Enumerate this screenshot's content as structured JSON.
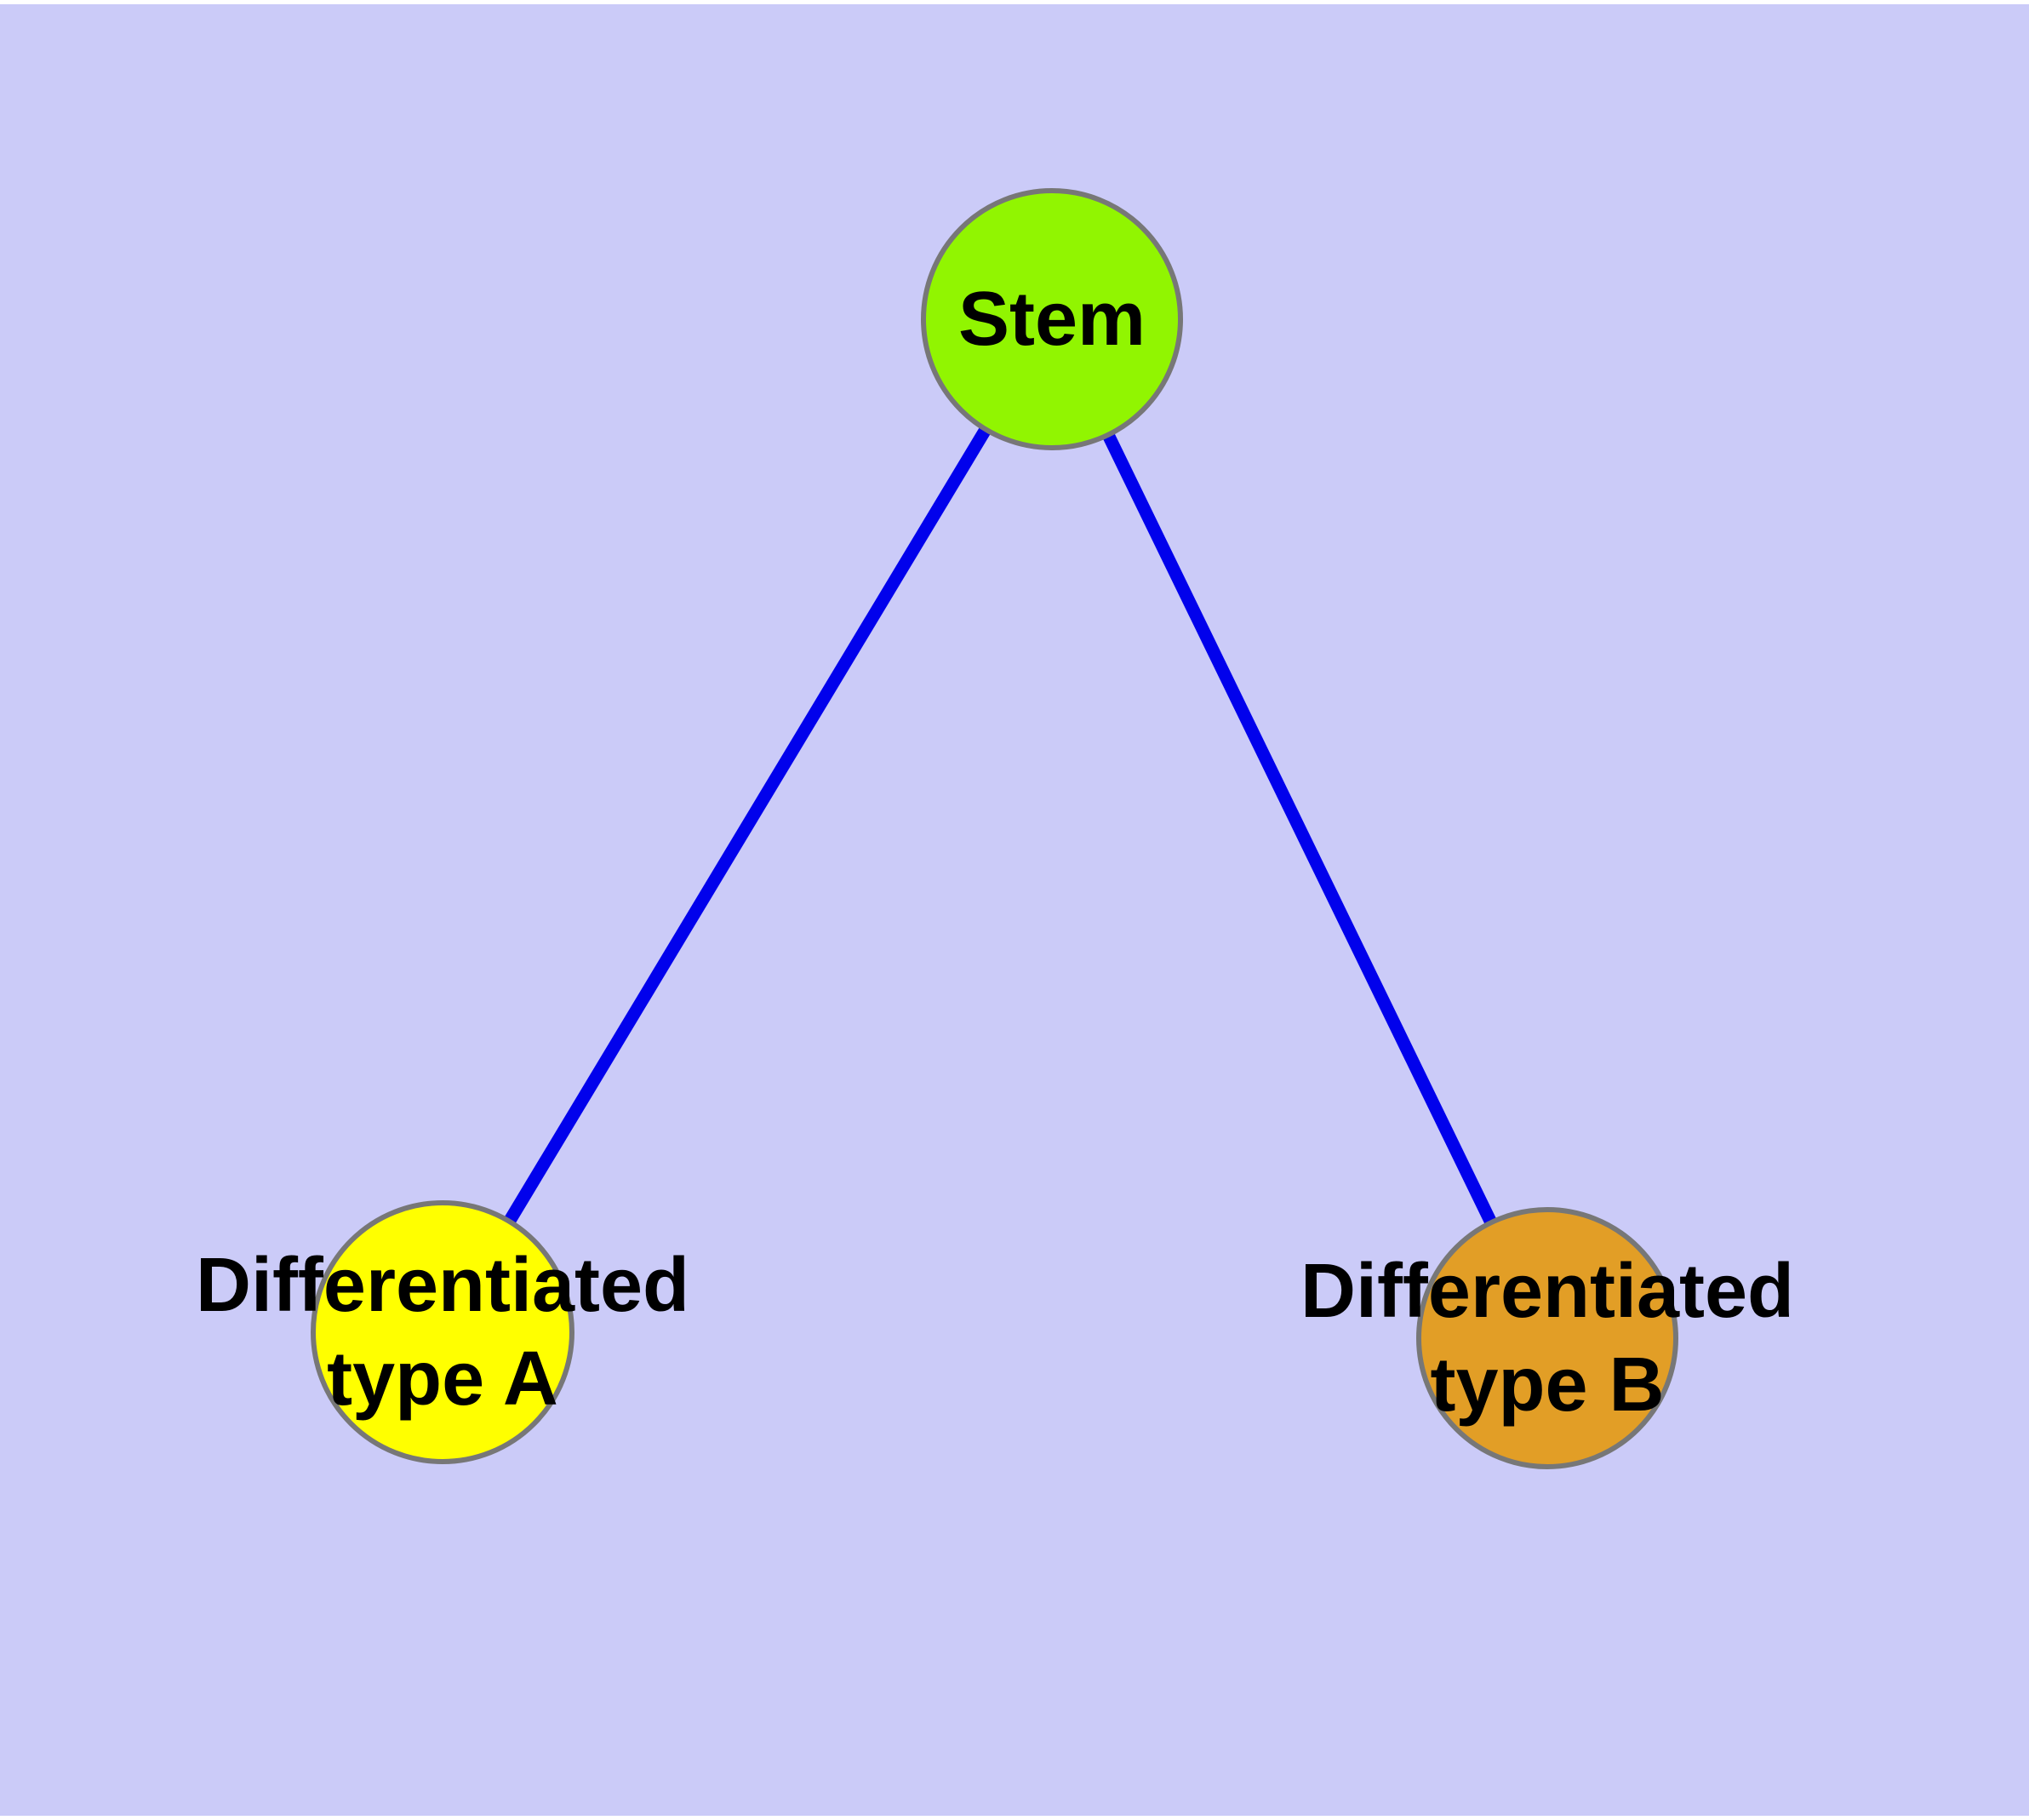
{
  "diagram": {
    "type": "node-link-graph",
    "background_color": "#CBCBF8",
    "edge_color": "#0101EC",
    "node_border_color": "#777777",
    "text_color": "#000000",
    "nodes": [
      {
        "id": "stem",
        "label_lines": [
          "Stem"
        ],
        "color": "#91F501"
      },
      {
        "id": "differentiated-type-a",
        "label_lines": [
          "Differentiated",
          "type A"
        ],
        "color": "#FFFF00"
      },
      {
        "id": "differentiated-type-b",
        "label_lines": [
          "Differentiated",
          "type B"
        ],
        "color": "#E29E26"
      }
    ],
    "edges": [
      {
        "from": "Stem",
        "to": "Differentiated type A"
      },
      {
        "from": "Stem",
        "to": "Differentiated type B"
      }
    ]
  }
}
